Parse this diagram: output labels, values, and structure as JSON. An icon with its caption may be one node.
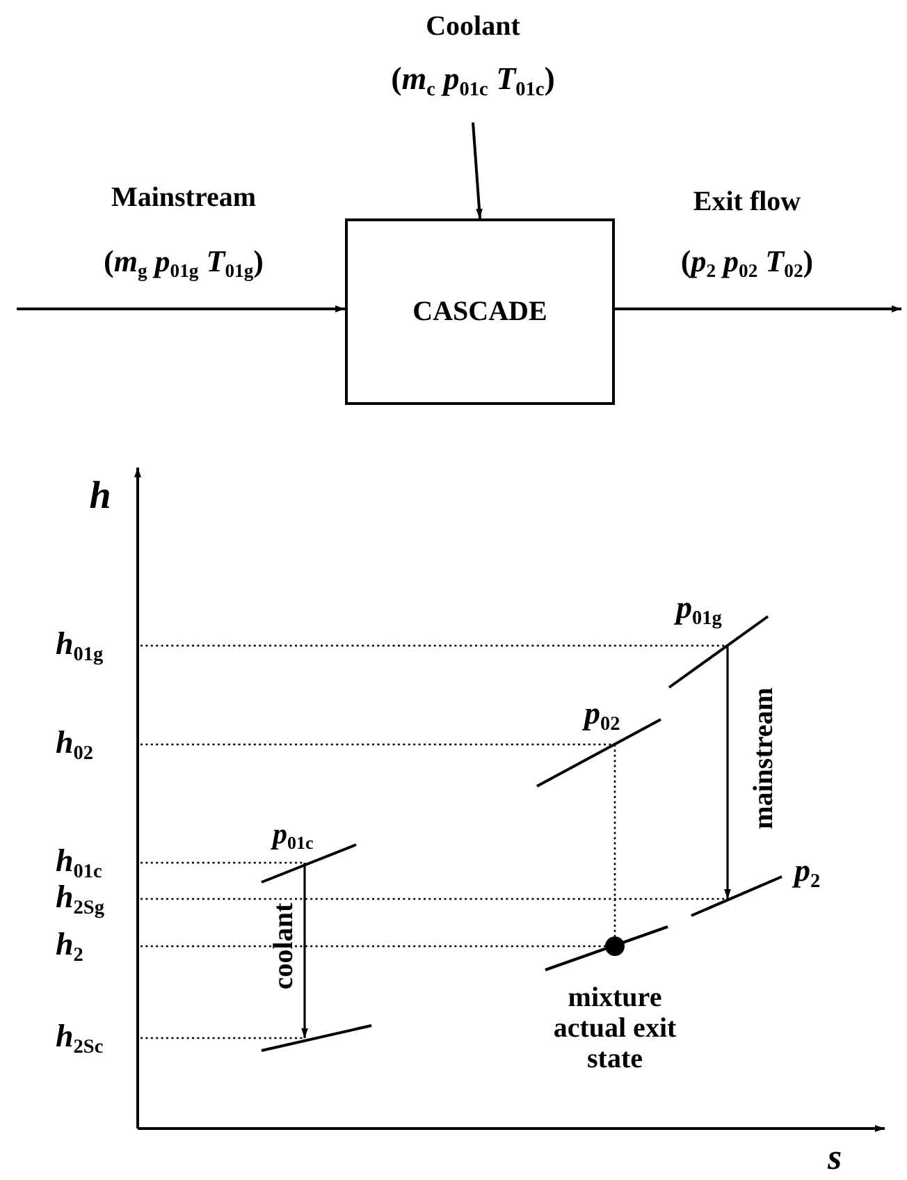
{
  "diagram": {
    "nodes": [
      {
        "text": [
          "CASCADE"
        ]
      },
      {
        "text": [
          "Coolant",
          "(*m*$_{c}$  *p*$_{01c}$  *T*$_{01c}$)"
        ]
      }
    ],
    "edges": [
      {
        "from": null,
        "to": 0,
        "arrow": "to"
      },
      {
        "from": 1,
        "to": 0,
        "arrow": "to"
      },
      {
        "from": 0,
        "to": null,
        "arrow": "to"
      }
    ],
    "labels": [
      "Mainstream",
      "(*m*$_{g}$  *p*$_{01g}$  *T*$_{01g}$)",
      "Exit flow",
      "(*p*$_{2}$  *p*$_{02}$  *T*$_{02}$)",
      "*h*",
      "*h*$_{01g}$",
      "*p*$_{01g}$",
      "*h*$_{02}$",
      "*p*$_{02}$",
      "mainstream",
      "*h*$_{01c}$",
      "*p*$_{01c}$",
      "*h*$_{2Sg}$",
      "*p*$_{2}$",
      "*h*$_{2}$",
      "coolant",
      "*h*$_{2Sc}$",
      "mixture actual exit state",
      "*s*"
    ]
  }
}
